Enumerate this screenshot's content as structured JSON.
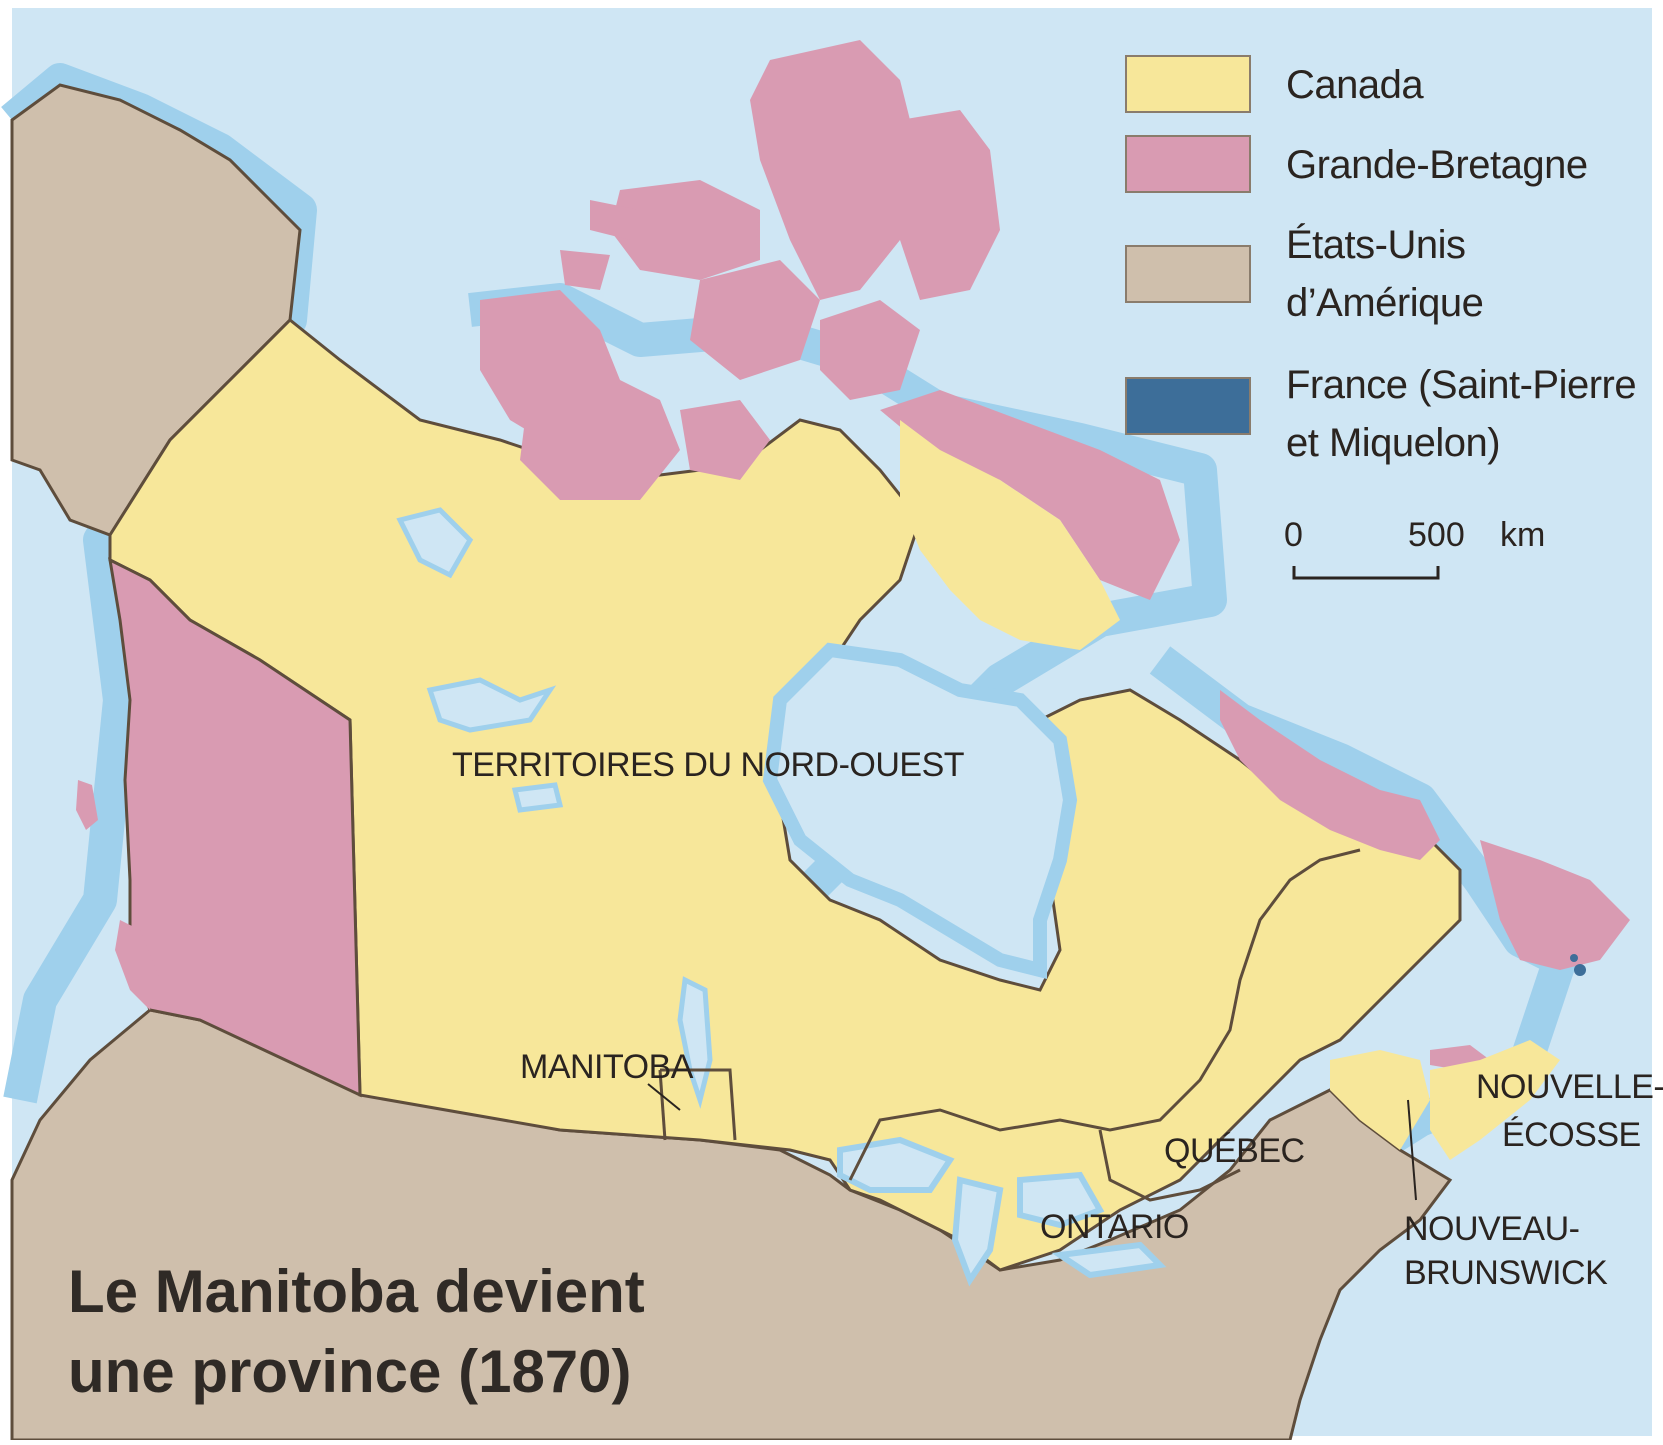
{
  "title": {
    "line1": "Le Manitoba devient",
    "line2": "une province (1870)"
  },
  "colors": {
    "canada": "#f7e79a",
    "great_britain": "#d99bb2",
    "united_states": "#cfbfac",
    "france": "#3d6e99",
    "sea": "#cfe6f4",
    "coast_shallow": "#9fd0ec",
    "border": "#5e4d3c"
  },
  "legend": [
    {
      "label_lines": [
        "Canada"
      ],
      "color_key": "canada"
    },
    {
      "label_lines": [
        "Grande-Bretagne"
      ],
      "color_key": "great_britain"
    },
    {
      "label_lines": [
        "États-Unis",
        "d’Amérique"
      ],
      "color_key": "united_states"
    },
    {
      "label_lines": [
        "France (Saint-Pierre",
        "et Miquelon)"
      ],
      "color_key": "france"
    }
  ],
  "scale": {
    "start": "0",
    "end": "500",
    "unit": "km"
  },
  "labels": {
    "nwt": "TERRITOIRES DU NORD-OUEST",
    "manitoba": "MANITOBA",
    "quebec": "QUÉBEC",
    "ontario": "ONTARIO",
    "nova_scotia_1": "NOUVELLE-",
    "nova_scotia_2": "ÉCOSSE",
    "new_brunswick_1": "NOUVEAU-",
    "new_brunswick_2": "BRUNSWICK"
  }
}
